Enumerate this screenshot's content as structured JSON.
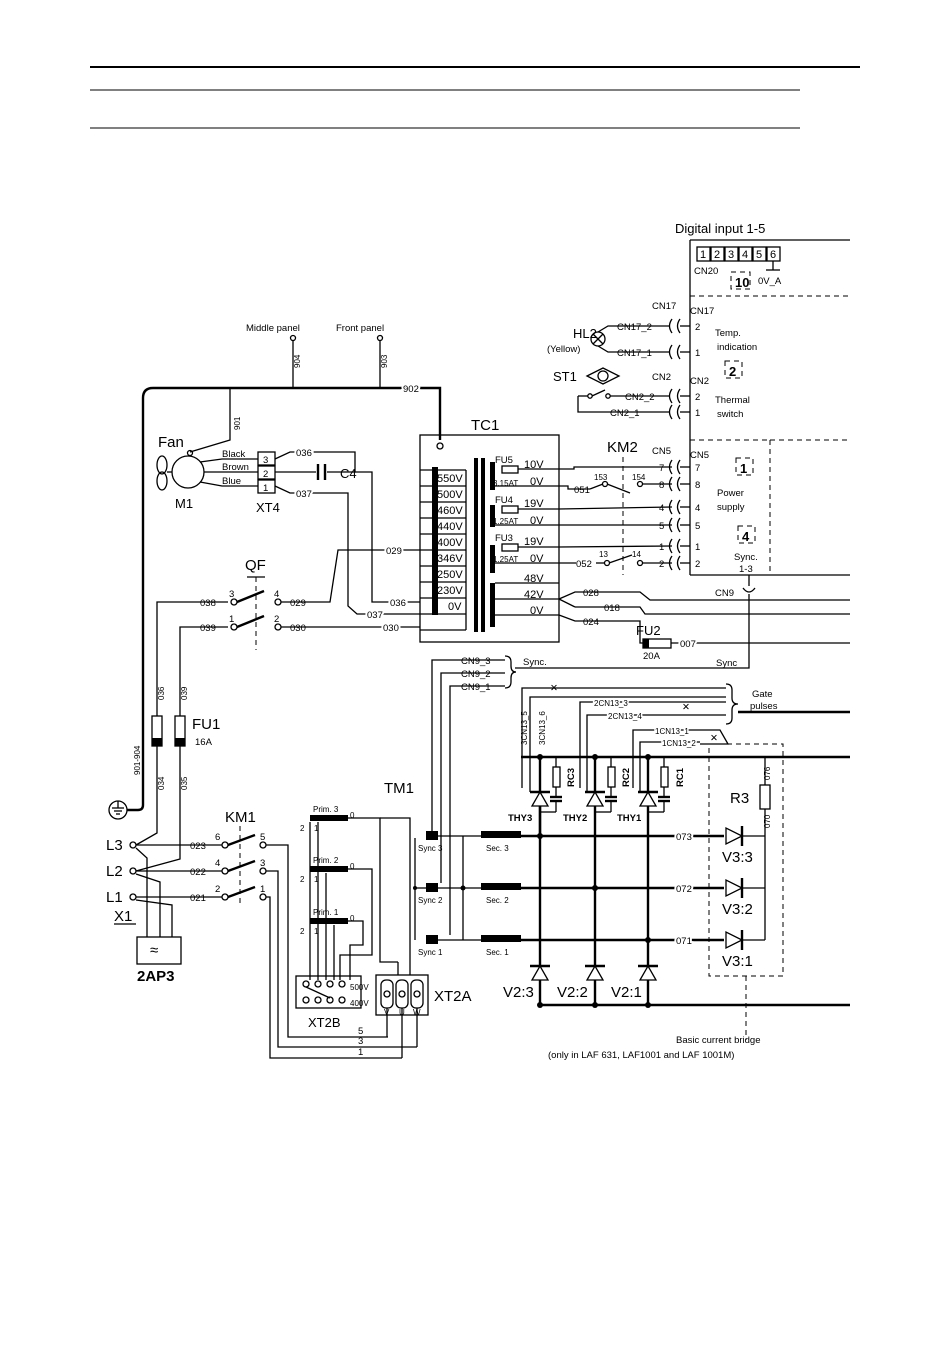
{
  "header": {
    "rules": 3
  },
  "labels": {
    "digital_input": "Digital input 1-5",
    "cn20_pins": [
      "1",
      "2",
      "3",
      "4",
      "5",
      "6"
    ],
    "cn20": "CN20",
    "box10": "10",
    "ov_a": "0V_A",
    "cn17_top": "CN17",
    "cn17": "CN17",
    "hl2": "HL2",
    "hl2_yellow": "(Yellow)",
    "cn17_2": "CN17_2",
    "cn17_1": "CN17_1",
    "temp_indication_1": "Temp.",
    "temp_indication_2": "indication",
    "box2": "2",
    "st1": "ST1",
    "cn2_top": "CN2",
    "cn2": "CN2",
    "cn2_2": "CN2_2",
    "cn2_1": "CN2_1",
    "thermal_1": "Thermal",
    "thermal_2": "switch",
    "middle_panel": "Middle panel",
    "front_panel": "Front panel",
    "w904": "904",
    "w903": "903",
    "w902": "902",
    "w901": "901",
    "tc1": "TC1",
    "km2": "KM2",
    "cn5_top": "CN5",
    "cn5": "CN5",
    "box1": "1",
    "power_1": "Power",
    "power_2": "supply",
    "box4": "4",
    "sync_1": "Sync.",
    "sync_2": "1-3",
    "cn9": "CN9",
    "fan": "Fan",
    "m1": "M1",
    "xt4": "XT4",
    "c4": "C4",
    "black": "Black",
    "brown": "Brown",
    "blue": "Blue",
    "xt4_pins": [
      "3",
      "2",
      "1"
    ],
    "w036": "036",
    "w037": "037",
    "primary_taps": [
      "550V",
      "500V",
      "460V",
      "440V",
      "400V",
      "346V",
      "250V",
      "230V",
      "0V"
    ],
    "fu5": "FU5",
    "fu5_rating": "3.15AT",
    "fu4": "FU4",
    "fu4_rating": "1.25AT",
    "fu3": "FU3",
    "fu3_rating": "1.25AT",
    "sec_taps": [
      "10V",
      "0V",
      "19V",
      "0V",
      "19V",
      "0V",
      "48V",
      "42V",
      "0V"
    ],
    "w051": "051",
    "w052": "052",
    "w153": "153",
    "w154": "154",
    "w13": "13",
    "w14": "14",
    "cn5_pins": [
      "7",
      "8",
      "4",
      "5",
      "1",
      "2"
    ],
    "cn5_ext": [
      "7",
      "8",
      "4",
      "5",
      "1",
      "2"
    ],
    "w029": "029",
    "w030": "030",
    "w028": "028",
    "w018": "018",
    "w024": "024",
    "fu2": "FU2",
    "fu2_rating": "20A",
    "w007": "007",
    "sync_text": "Sync.",
    "sync_right": "Sync",
    "qf": "QF",
    "w038": "038",
    "w039": "039",
    "qf_pins": [
      "3",
      "4",
      "1",
      "2"
    ],
    "fu1": "FU1",
    "fu1_rating": "16A",
    "w034": "034",
    "w035": "035",
    "w901_904": "901-904",
    "cn9_3": "CN9_3",
    "cn9_2": "CN9_2",
    "cn9_1": "CN9_1",
    "gate_1": "Gate",
    "gate_2": "pulses",
    "c3cn13_5": "3CN13_5",
    "c3cn13_6": "3CN13_6",
    "c2cn13_3": "2CN13_3",
    "c2cn13_4": "2CN13_4",
    "c1cn13_1": "1CN13_1",
    "c1cn13_2": "1CN13_2",
    "rc3": "RC3",
    "rc2": "RC2",
    "rc1": "RC1",
    "thy3": "THY3",
    "thy2": "THY2",
    "thy1": "THY1",
    "r3": "R3",
    "w076": "076",
    "w070": "070",
    "w073": "073",
    "w072": "072",
    "w071": "071",
    "v3_3": "V3:3",
    "v3_2": "V3:2",
    "v3_1": "V3:1",
    "v2_3": "V2:3",
    "v2_2": "V2:2",
    "v2_1": "V2:1",
    "tm1": "TM1",
    "prim3": "Prim. 3",
    "prim2": "Prim. 2",
    "prim1": "Prim. 1",
    "sec3": "Sec. 3",
    "sec2": "Sec. 2",
    "sec1": "Sec. 1",
    "sync3": "Sync 3",
    "sync2": "Sync 2",
    "sync1": "Sync 1",
    "km1": "KM1",
    "km1_pins": [
      "6",
      "5",
      "4",
      "3",
      "2",
      "1"
    ],
    "l3": "L3",
    "l2": "L2",
    "l1": "L1",
    "x1": "X1",
    "w023": "023",
    "w022": "022",
    "w021": "021",
    "ap3": "2AP3",
    "xt2b": "XT2B",
    "xt2a": "XT2A",
    "v500": "500V",
    "v400": "400V",
    "uvw": [
      "V",
      "U",
      "W"
    ],
    "w5": "5",
    "w3": "3",
    "w1": "1",
    "prim_pins": [
      "2",
      "1",
      "0"
    ],
    "basic_1": "Basic current bridge",
    "basic_2": "(only in  LAF 631, LAF1001 and LAF 1001M)"
  }
}
